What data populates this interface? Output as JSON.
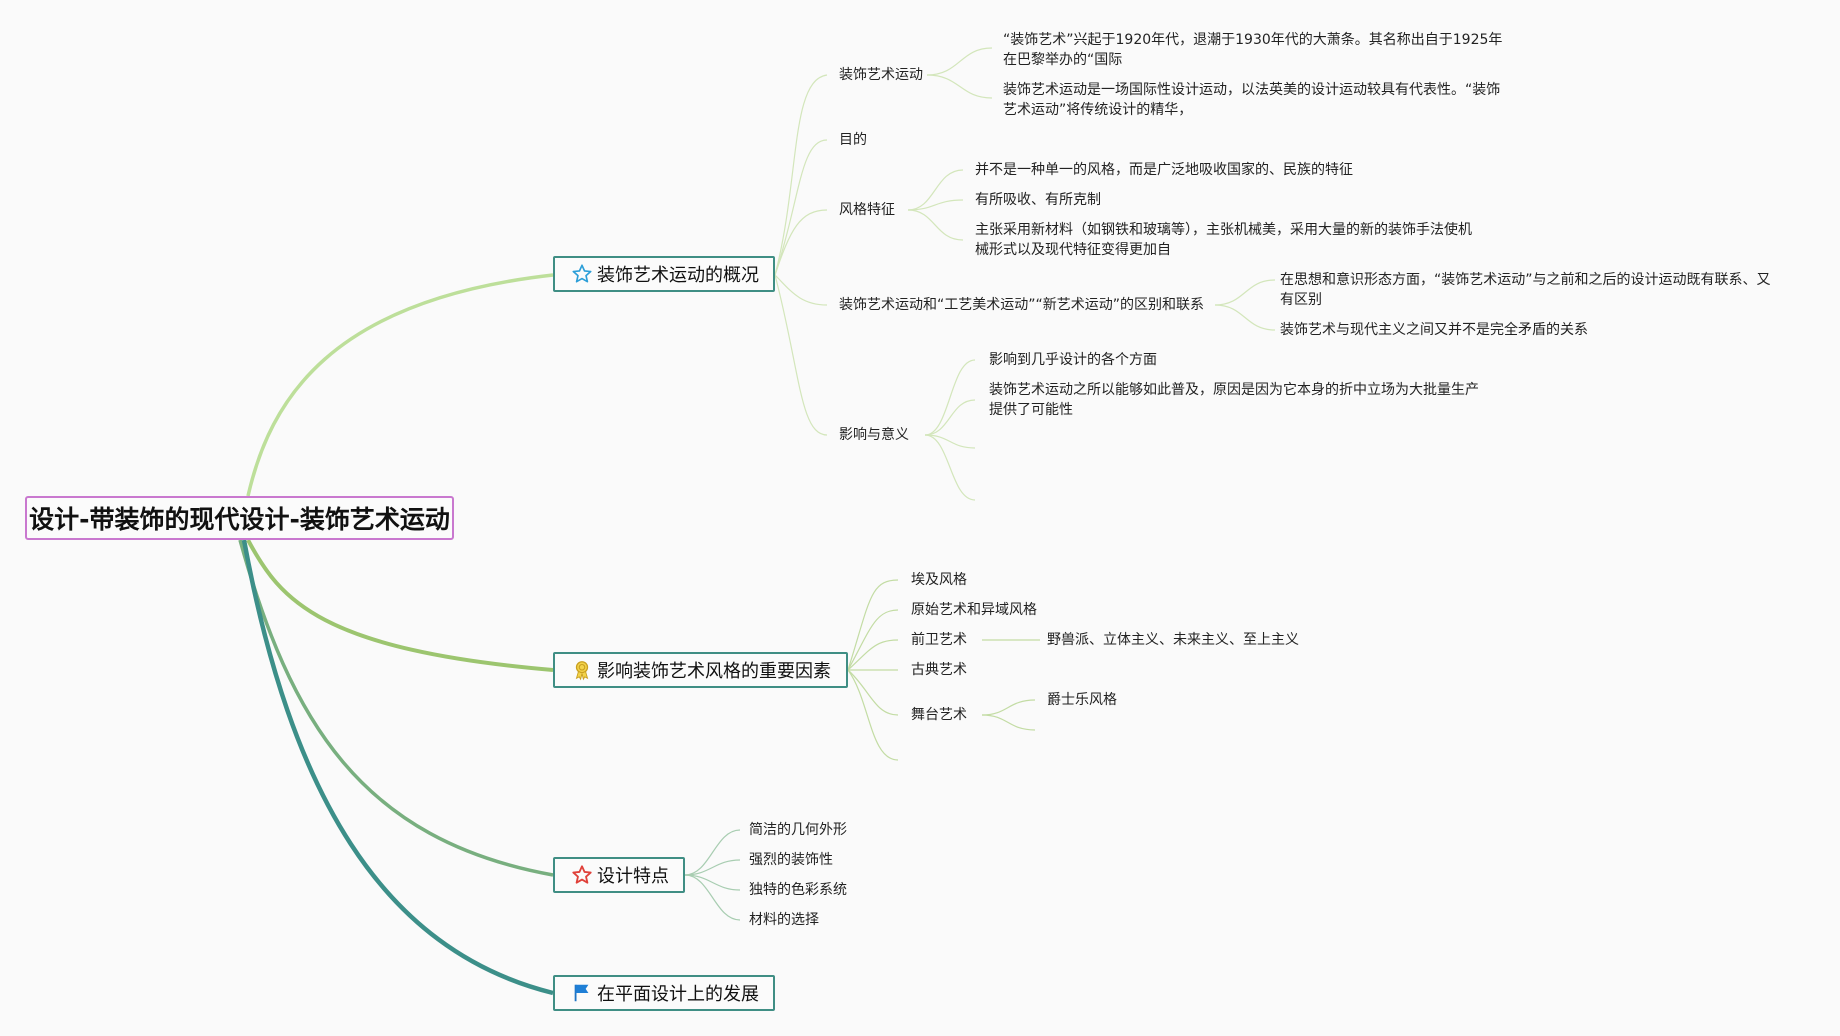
{
  "root": {
    "title": "设计-带装饰的现代设计-装饰艺术运动"
  },
  "branches": [
    {
      "title": "装饰艺术运动的概况",
      "icon": "star-outline-icon",
      "color": "#bddf9a",
      "children": [
        {
          "label": "装饰艺术运动",
          "children": [
            "“装饰艺术”兴起于1920年代，退潮于1930年代的大萧条。其名称出自于1925年在巴黎举办的“国际",
            "装饰艺术运动是一场国际性设计运动，以法英美的设计运动较具有代表性。“装饰艺术运动”将传统设计的精华，"
          ]
        },
        {
          "label": "目的",
          "children": []
        },
        {
          "label": "风格特征",
          "children": [
            "并不是一种单一的风格，而是广泛地吸收国家的、民族的特征",
            "有所吸收、有所克制",
            "主张采用新材料（如钢铁和玻璃等），主张机械美，采用大量的新的装饰手法使机械形式以及现代特征变得更加自"
          ]
        },
        {
          "label": "装饰艺术运动和“工艺美术运动”“新艺术运动”的区别和联系",
          "children": [
            "在思想和意识形态方面，“装饰艺术运动”与之前和之后的设计运动既有联系、又有区别",
            "装饰艺术与现代主义之间又并不是完全矛盾的关系"
          ]
        },
        {
          "label": "影响与意义",
          "children": [
            "影响到几乎设计的各个方面",
            "装饰艺术运动之所以能够如此普及，原因是因为它本身的折中立场为大批量生产提供了可能性"
          ]
        }
      ]
    },
    {
      "title": "影响装饰艺术风格的重要因素",
      "icon": "award-badge-icon",
      "color": "#9cc56f",
      "children": [
        {
          "label": "埃及风格",
          "children": []
        },
        {
          "label": "原始艺术和异域风格",
          "children": []
        },
        {
          "label": "前卫艺术",
          "children": [
            "野兽派、立体主义、未来主义、至上主义"
          ]
        },
        {
          "label": "古典艺术",
          "children": []
        },
        {
          "label": "舞台艺术",
          "children": [
            "爵士乐风格"
          ]
        }
      ]
    },
    {
      "title": "设计特点",
      "icon": "star-red-icon",
      "color": "#78af7f",
      "children": [
        {
          "label": "简洁的几何外形",
          "children": []
        },
        {
          "label": "强烈的装饰性",
          "children": []
        },
        {
          "label": "独特的色彩系统",
          "children": []
        },
        {
          "label": "材料的选择",
          "children": []
        }
      ]
    },
    {
      "title": "在平面设计上的发展",
      "icon": "flag-icon",
      "color": "#3c8f89",
      "children": []
    }
  ]
}
